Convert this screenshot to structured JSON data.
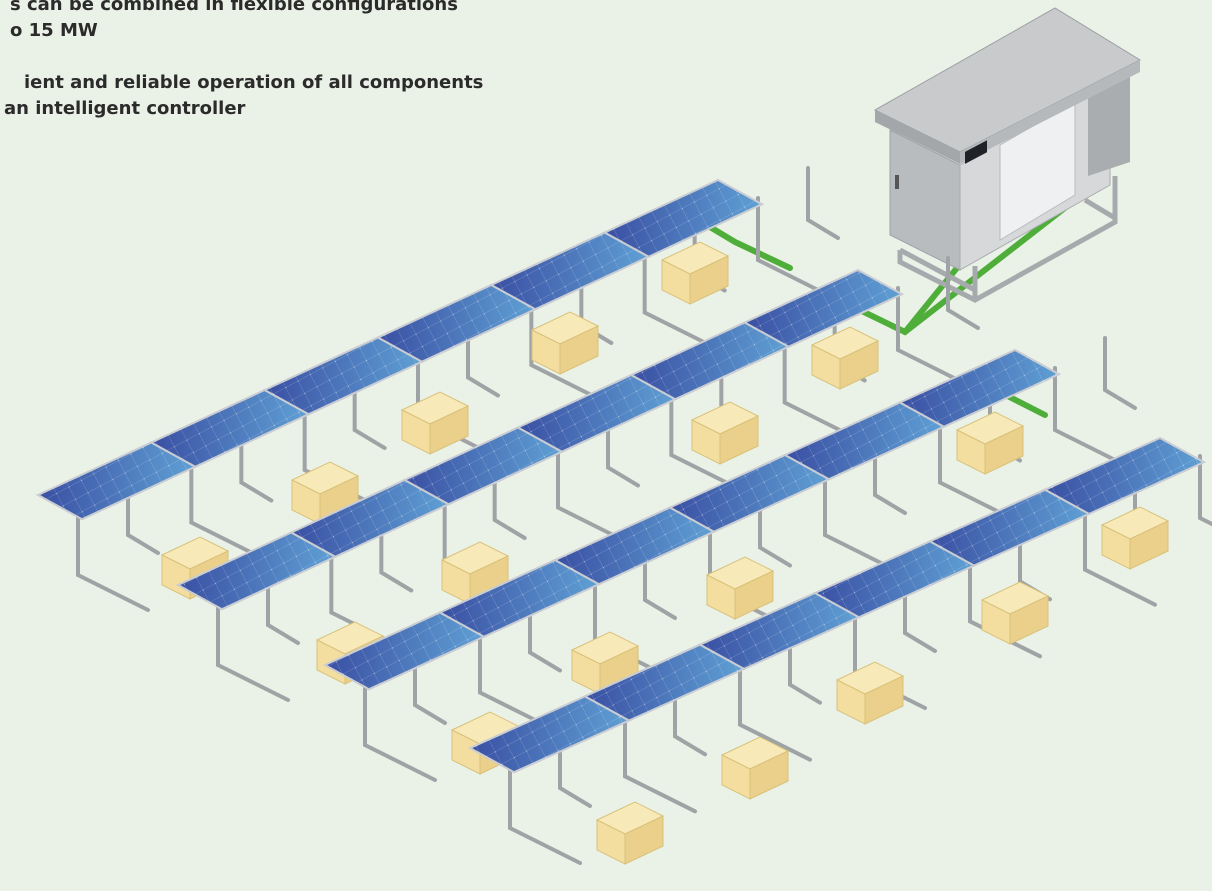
{
  "features": [
    {
      "lines": [
        "s can be combined in flexible configurations",
        "o 15 MW"
      ]
    },
    {
      "lines": [
        "ient and reliable operation of all components",
        "an intelligent controller"
      ]
    }
  ],
  "diagram": {
    "panel_rows": 4,
    "colors": {
      "background": "#eaf1e6",
      "panel_dark": "#3a4fa3",
      "panel_light": "#5fa0d4",
      "panel_frame": "#c9ccd2",
      "frame_pipe": "#9fa3a6",
      "combiner_box": "#f3dea0",
      "cable": "#4fae3a",
      "cabinet": "#c5c7c9",
      "cabinet_door": "#eef0f2"
    },
    "icons": [
      "solar-panel-icon",
      "combiner-box-icon",
      "inverter-cabinet-icon",
      "cable-icon"
    ]
  }
}
